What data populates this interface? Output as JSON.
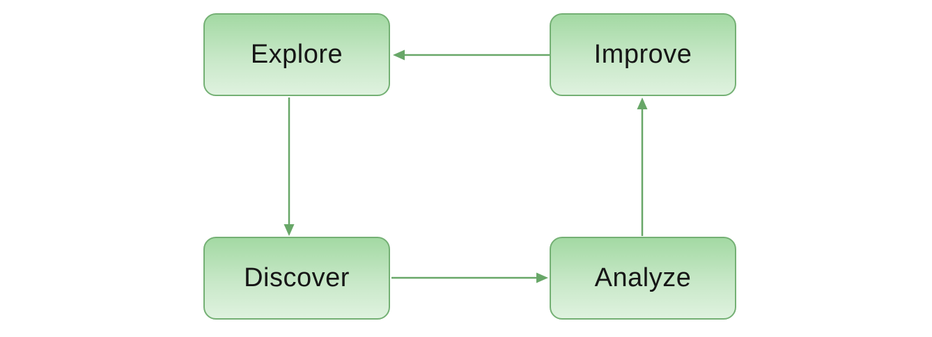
{
  "diagram": {
    "type": "flowchart-cycle",
    "background_color": "#ffffff",
    "nodes": [
      {
        "id": "explore",
        "label": "Explore",
        "position": "top-left"
      },
      {
        "id": "improve",
        "label": "Improve",
        "position": "top-right"
      },
      {
        "id": "discover",
        "label": "Discover",
        "position": "bottom-left"
      },
      {
        "id": "analyze",
        "label": "Analyze",
        "position": "bottom-right"
      }
    ],
    "edges": [
      {
        "from": "improve",
        "to": "explore",
        "direction": "left"
      },
      {
        "from": "explore",
        "to": "discover",
        "direction": "down"
      },
      {
        "from": "discover",
        "to": "analyze",
        "direction": "right"
      },
      {
        "from": "analyze",
        "to": "improve",
        "direction": "up"
      }
    ],
    "colors": {
      "node_fill_top": "#a3d9a3",
      "node_fill_bottom": "#dff2df",
      "node_border": "#74b074",
      "arrow": "#68a768",
      "label_text": "#161616"
    }
  }
}
